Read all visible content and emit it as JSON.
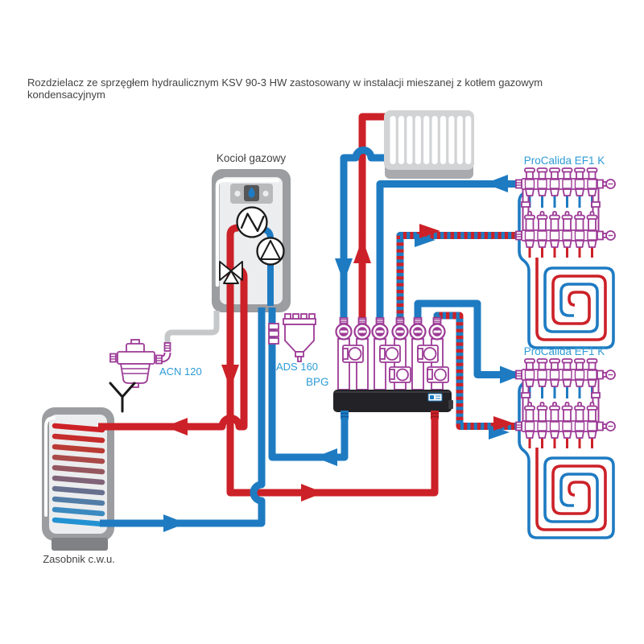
{
  "title": "Rozdzielacz ze sprzęgłem hydraulicznym KSV 90-3 HW zastosowany w instalacji mieszanej z kotłem gazowym kondensacyjnym",
  "labels": {
    "boiler": "Kocioł gazowy",
    "tank": "Zasobnik c.w.u.",
    "manifold_top": "ProCalida EF1 K",
    "manifold_bottom": "ProCalida EF1 K",
    "condensate_neutralizer": "ACN 120",
    "air_separator": "ADS 160",
    "distributor": "BPG"
  },
  "colors": {
    "supply_red": "#cc2128",
    "return_blue": "#1e7bc2",
    "component_purple": "#9c3a96",
    "label_blue": "#2e9bd5",
    "text_dark": "#454547",
    "shell_grey": "#9b9da0",
    "panel_grey": "#ecedee",
    "condensate_grey": "#c6c7c9",
    "separator_black": "#232327"
  },
  "tank_coil_colors": [
    "#cd2127",
    "#c52c2b",
    "#ba3a34",
    "#a94a49",
    "#95575f",
    "#7f6377",
    "#68708f",
    "#527da6",
    "#3b8ac0",
    "#2292d2"
  ]
}
